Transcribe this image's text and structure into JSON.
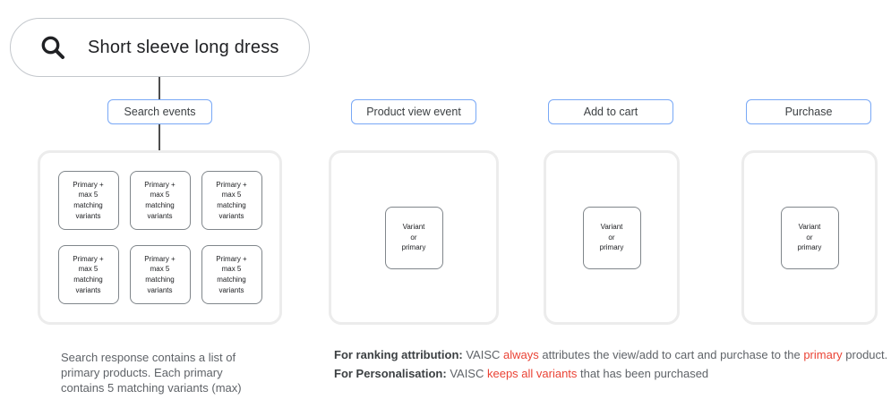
{
  "search": {
    "query": "Short sleeve long dress"
  },
  "flow": {
    "columns": [
      {
        "id": "search-events",
        "label": "Search events",
        "boxes": [
          "Primary +\nmax 5\nmatching\nvariants",
          "Primary +\nmax 5\nmatching\nvariants",
          "Primary +\nmax 5\nmatching\nvariants",
          "Primary +\nmax 5\nmatching\nvariants",
          "Primary +\nmax 5\nmatching\nvariants",
          "Primary +\nmax 5\nmatching\nvariants"
        ]
      },
      {
        "id": "product-view-event",
        "label": "Product view event",
        "boxes": [
          "Variant\nor\nprimary"
        ]
      },
      {
        "id": "add-to-cart",
        "label": "Add to cart",
        "boxes": [
          "Variant\nor\nprimary"
        ]
      },
      {
        "id": "purchase",
        "label": "Purchase",
        "boxes": [
          "Variant\nor\nprimary"
        ]
      }
    ]
  },
  "notes": {
    "search_note_lines": [
      "Search response contains a list of",
      "primary products. Each primary",
      "contains 5 matching variants (max)"
    ],
    "ranking_segments": [
      {
        "text": "For ranking attribution:",
        "style": "bold"
      },
      {
        "text": " VAISC ",
        "style": "normal"
      },
      {
        "text": "always",
        "style": "red"
      },
      {
        "text": " attributes the view/add to cart and purchase to the ",
        "style": "normal"
      },
      {
        "text": "primary",
        "style": "red"
      },
      {
        "text": " product.",
        "style": "normal"
      }
    ],
    "personalisation_segments": [
      {
        "text": "For Personalisation:",
        "style": "bold"
      },
      {
        "text": " VAISC ",
        "style": "normal"
      },
      {
        "text": "keeps all variants",
        "style": "red"
      },
      {
        "text": " that has been purchased",
        "style": "normal"
      }
    ]
  },
  "colors": {
    "accent-blue": "#78a8f6",
    "container-border": "#ececec",
    "box-border": "#80868b",
    "highlight-red": "#ea4335",
    "text-dark": "#202124",
    "text-gray": "#5f6368"
  }
}
